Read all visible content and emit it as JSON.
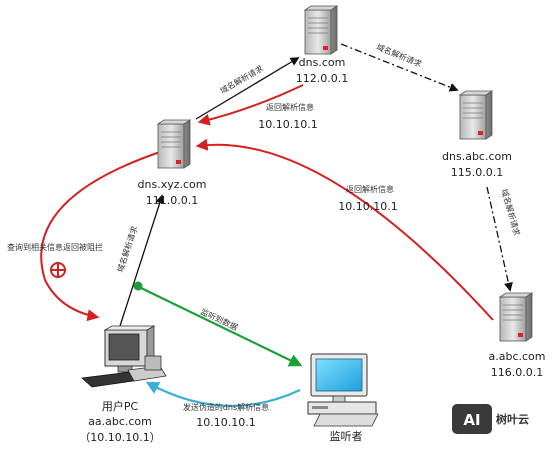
{
  "nodes": {
    "dns_com": {
      "name": "dns.com",
      "ip": "112.0.0.1"
    },
    "dns_abc": {
      "name": "dns.abc.com",
      "ip": "115.0.0.1"
    },
    "dns_xyz": {
      "name": "dns.xyz.com",
      "ip": "111.0.0.1"
    },
    "a_abc": {
      "name": "a.abc.com",
      "ip": "116.0.0.1"
    },
    "user_pc": {
      "name": "用户PC",
      "host": "aa.abc.com",
      "ip": "（10.10.10.1）"
    },
    "monitor": {
      "name": "监听者"
    }
  },
  "edges": {
    "xyz_to_com": "域名解析请求",
    "com_to_abc": "域名解析请求",
    "abc_to_a": "域名解析请求",
    "pc_to_xyz": "域名解析请求",
    "com_back_to_xyz": {
      "label": "返回解析信息",
      "value": "10.10.10.1"
    },
    "a_back_to_xyz": {
      "label": "返回解析信息",
      "value": "10.10.10.1"
    },
    "xyz_back_to_pc": "查询到相关信息返回被阻拦",
    "pc_to_monitor": "监听到数据",
    "monitor_to_pc": {
      "label": "发送伪造的dns解析信息",
      "value": "10.10.10.1"
    }
  },
  "watermark": {
    "logo": "AI",
    "text": "树叶云"
  },
  "colors": {
    "red_arrow": "#d42020",
    "green_arrow": "#1aa033",
    "blue_arrow": "#3ab0d8",
    "black_arrow": "#111111"
  }
}
